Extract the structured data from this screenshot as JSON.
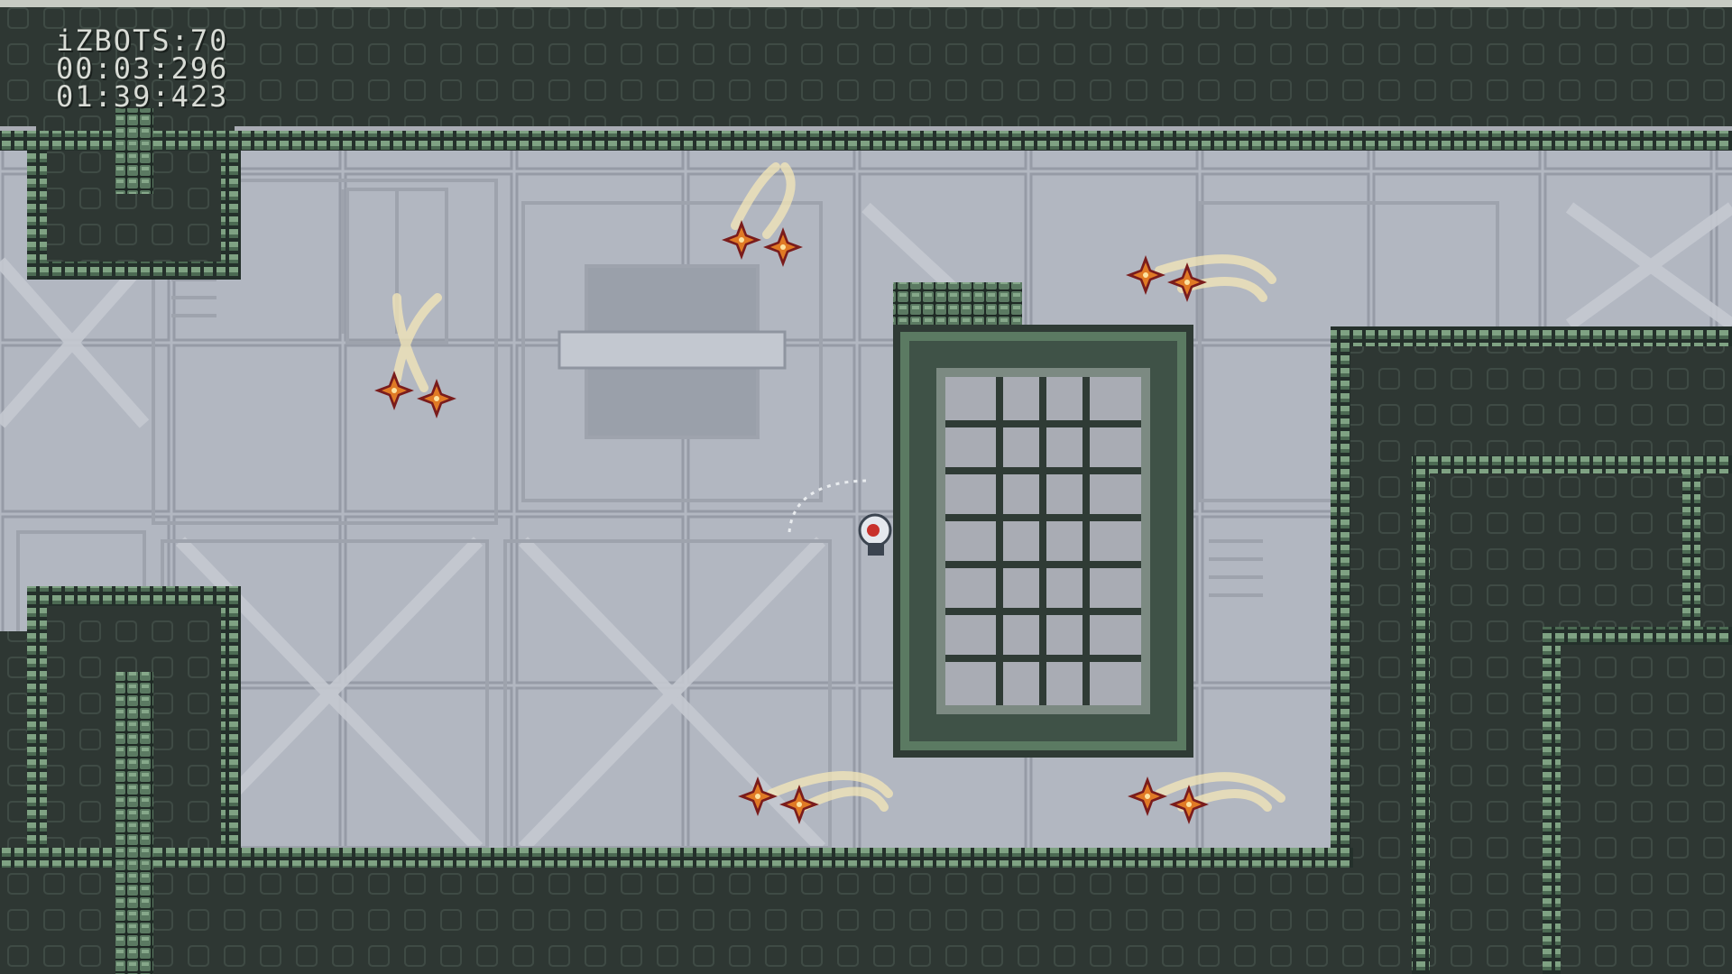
{
  "game": {
    "hud": {
      "bots_counter": "iZBOTS:70",
      "split_time": "00:03:296",
      "total_time": "01:39:423"
    },
    "colors": {
      "background_panel": "#a9acb4",
      "wall_dark": "#2e3733",
      "wall_trim": "#6e8f72",
      "hud_text": "#d9dcd6",
      "shuriken_orange": "#e07a25",
      "shuriken_dark": "#7a1c1c",
      "trail": "#f5e8b8"
    },
    "entities": {
      "player": "izbot-player",
      "enemies": [
        "shuriken-pair",
        "shuriken-pair",
        "shuriken-pair",
        "shuriken-pair",
        "shuriken-pair"
      ],
      "obstacle": "barred-cage-crate"
    }
  }
}
